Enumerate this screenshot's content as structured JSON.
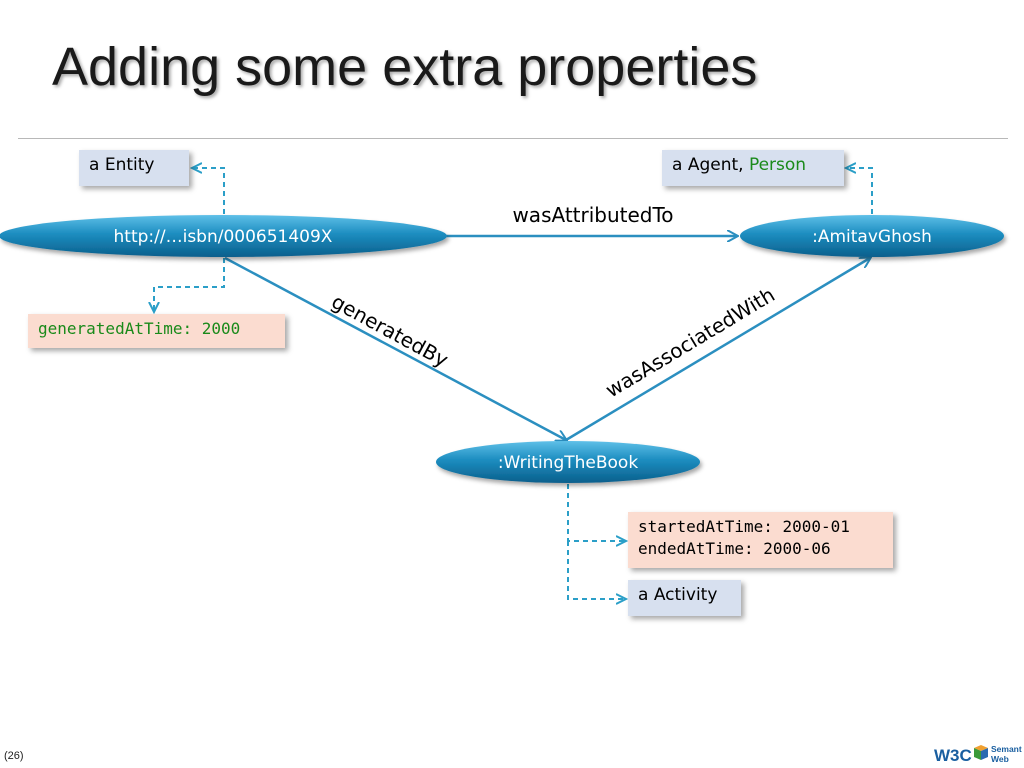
{
  "title": "Adding some extra properties",
  "page_number": "(26)",
  "nodes": {
    "book": ":http://…isbn/000651409X",
    "book_label": "http://…isbn/000651409X",
    "agent_label": ":AmitavGhosh",
    "activity_label": ":WritingTheBook"
  },
  "edges": {
    "attributed": "wasAttributedTo",
    "generated": "generatedBy",
    "associated": "wasAssociatedWith"
  },
  "boxes": {
    "entity_type": "a Entity",
    "agent_type_prefix": "a Agent, ",
    "agent_type_person": "Person",
    "generated_time": "generatedAtTime: 2000",
    "started_time": "startedAtTime: 2000-01",
    "ended_time": "endedAtTime: 2000-06",
    "activity_type": "a Activity"
  },
  "logo": {
    "w3c": "W3C",
    "semantic": "Semantic",
    "web": "Web"
  },
  "colors": {
    "node_fill": "#1c8dc0",
    "edge": "#2b8fc0",
    "type_box": "#d7e0ef",
    "prop_box": "#fbdcd0",
    "person_green": "#1a8a1a"
  }
}
